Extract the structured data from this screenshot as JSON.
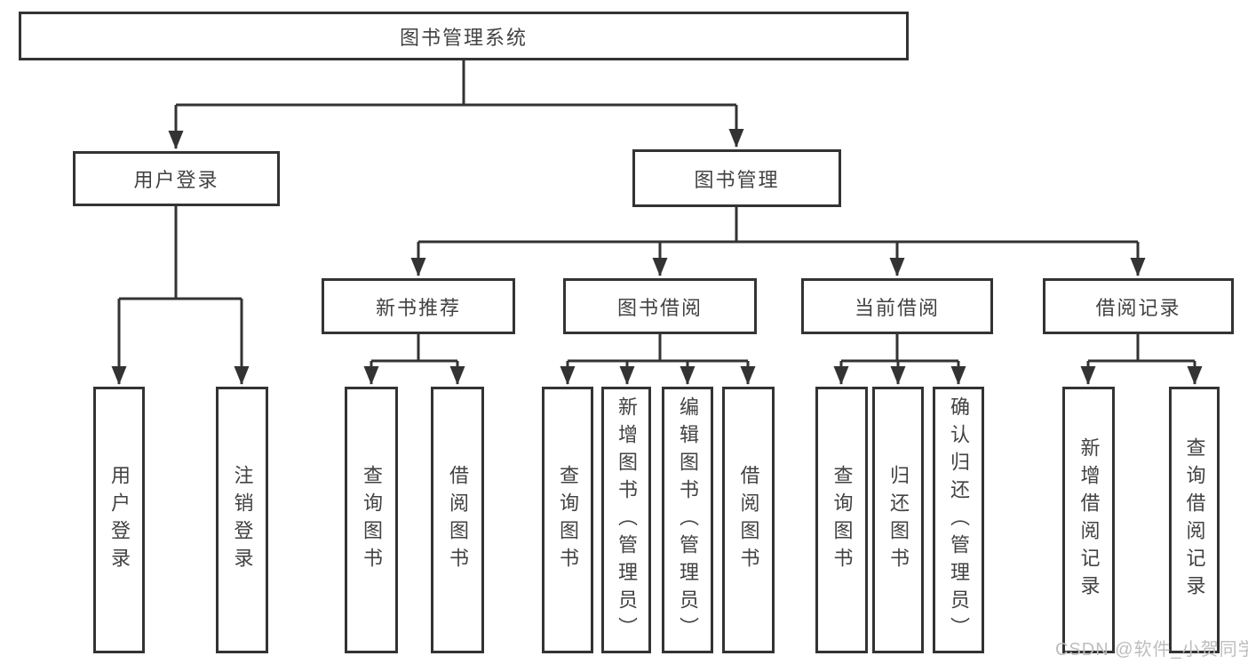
{
  "diagram": {
    "root": {
      "label": "图书管理系统"
    },
    "level1": {
      "user_login": {
        "label": "用户登录"
      },
      "book_management": {
        "label": "图书管理"
      }
    },
    "level2": {
      "new_books": {
        "label": "新书推荐"
      },
      "book_borrowing": {
        "label": "图书借阅"
      },
      "current_borrowing": {
        "label": "当前借阅"
      },
      "borrowing_records": {
        "label": "借阅记录"
      }
    },
    "leaves": {
      "user_login": [
        "用户登录",
        "注销登录"
      ],
      "new_books": [
        "查询图书",
        "借阅图书"
      ],
      "book_borrowing": [
        "查询图书",
        "新增图书（管理员）",
        "编辑图书（管理员）",
        "借阅图书"
      ],
      "current_borrowing": [
        "查询图书",
        "归还图书",
        "确认归还（管理员）"
      ],
      "borrowing_records": [
        "新增借阅记录",
        "查询借阅记录"
      ]
    }
  },
  "watermark": {
    "text": "CSDN @软件_小贺同学"
  },
  "colors": {
    "line": "#333333",
    "box_border": "#333333",
    "text": "#424242",
    "watermark": "#bdbdbd",
    "background": "#ffffff"
  }
}
